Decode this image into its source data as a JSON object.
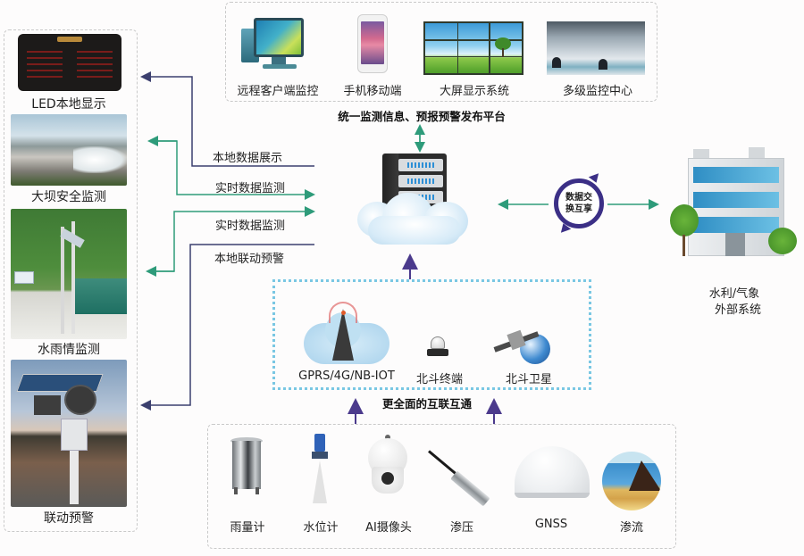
{
  "title": "水利监测系统架构图",
  "platform": {
    "caption": "统一监测信息、预报预警发布平台",
    "items": [
      {
        "label": "远程客户端监控",
        "icon": "desktop-monitor-icon"
      },
      {
        "label": "手机移动端",
        "icon": "smartphone-icon"
      },
      {
        "label": "大屏显示系统",
        "icon": "video-wall-icon"
      },
      {
        "label": "多级监控中心",
        "icon": "control-center-icon"
      }
    ]
  },
  "local_apps": [
    {
      "label": "LED本地显示",
      "icon": "led-display-icon"
    },
    {
      "label": "大坝安全监测",
      "icon": "dam-photo-icon"
    },
    {
      "label": "水雨情监测",
      "icon": "rain-station-photo-icon"
    },
    {
      "label": "联动预警",
      "icon": "warning-speaker-photo-icon"
    }
  ],
  "flows": [
    {
      "label": "本地数据展示",
      "color": "#3b3f6e"
    },
    {
      "label": "实时数据监测",
      "color": "#2e9b7a"
    },
    {
      "label": "实时数据监测",
      "color": "#2e9b7a"
    },
    {
      "label": "本地联动预警",
      "color": "#3b3f6e"
    }
  ],
  "exchange": {
    "badge": [
      "数据交",
      "换互享"
    ],
    "external_system": [
      "水利/气象",
      "外部系统"
    ]
  },
  "network": {
    "caption": "更全面的互联互通",
    "items": [
      {
        "label": "GPRS/4G/NB-IOT",
        "icon": "cell-tower-icon"
      },
      {
        "label": "北斗终端",
        "icon": "beidou-terminal-icon"
      },
      {
        "label": "北斗卫星",
        "icon": "satellite-icon"
      }
    ]
  },
  "sensors": [
    {
      "label": "雨量计",
      "icon": "rain-gauge-icon"
    },
    {
      "label": "水位计",
      "icon": "water-level-meter-icon"
    },
    {
      "label": "AI摄像头",
      "icon": "ptz-camera-icon"
    },
    {
      "label": "渗压",
      "icon": "piezometer-icon"
    },
    {
      "label": "GNSS",
      "icon": "gnss-antenna-icon"
    },
    {
      "label": "渗流",
      "icon": "seepage-icon"
    }
  ],
  "colors": {
    "green_arrow": "#2e9b7a",
    "navy_arrow": "#3b3f6e",
    "purple_arrow": "#4b3a8c",
    "dotted_border": "#79c7e3",
    "dashed_border": "#c9c9c9"
  }
}
